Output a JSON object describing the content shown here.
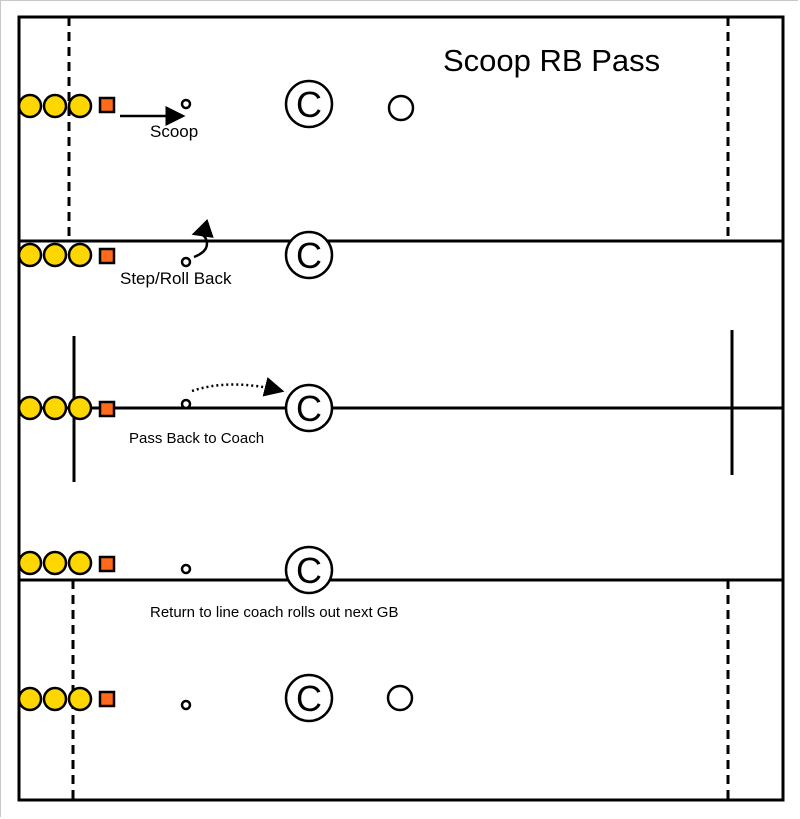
{
  "diagram": {
    "title": "Scoop RB Pass",
    "labels": {
      "scoop": "Scoop",
      "step_roll_back": "Step/Roll Back",
      "pass_back": "Pass Back to Coach",
      "return_line": "Return to line coach rolls out next GB"
    },
    "coach_symbol": "C",
    "colors": {
      "player": "#FFD700",
      "player_outline": "#000000",
      "cone": "#FF6A1A",
      "line": "#000000",
      "background": "#FFFFFF"
    },
    "legend_semantics": {
      "players_per_row": 3,
      "rows": 5
    }
  }
}
